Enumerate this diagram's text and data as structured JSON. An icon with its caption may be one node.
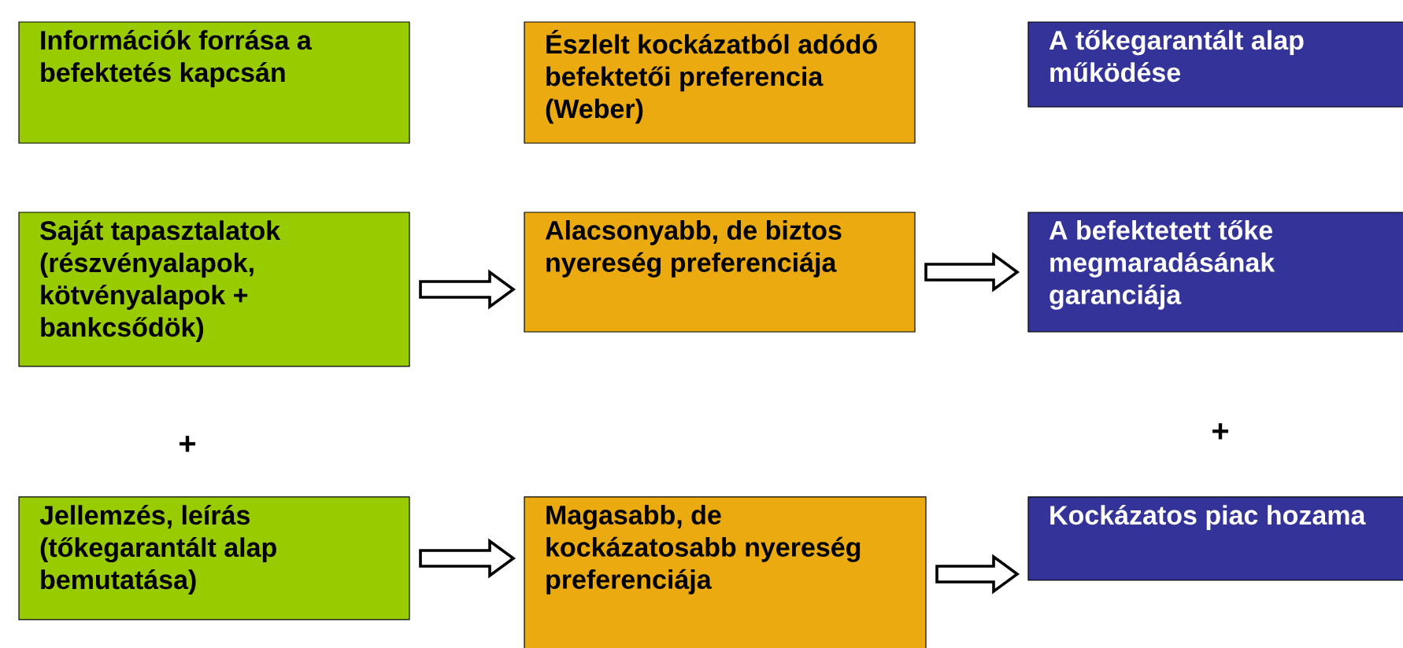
{
  "diagram": {
    "nodes": [
      {
        "text": [
          "Információk forrása a befektetés kapcsán"
        ]
      },
      {
        "text": [
          "Észlelt kockázatból adódó befektetői preferencia (Weber)"
        ]
      },
      {
        "text": [
          "A tőkegarantált alap működése"
        ]
      },
      {
        "text": [
          "Saját tapasztalatok (részvényalapok, kötvényalapok + bankcsődök)"
        ]
      },
      {
        "text": [
          "Alacsonyabb, de biztos nyereség preferenciája"
        ]
      },
      {
        "text": [
          "A befektetett tőke megmaradásának garanciája"
        ]
      },
      {
        "text": [
          "Jellemzés, leírás (tőkegarantált alap bemutatása)"
        ]
      },
      {
        "text": [
          "Magasabb, de kockázatosabb nyereség preferenciája"
        ]
      },
      {
        "text": [
          "Kockázatos piac hozama"
        ]
      }
    ],
    "edges": [
      {
        "from": 3,
        "to": 4,
        "arrow": "to"
      },
      {
        "from": 4,
        "to": 5,
        "arrow": "to"
      },
      {
        "from": 6,
        "to": 7,
        "arrow": "to"
      },
      {
        "from": 7,
        "to": 8,
        "arrow": "to"
      }
    ],
    "labels": [
      "+",
      "+"
    ]
  }
}
